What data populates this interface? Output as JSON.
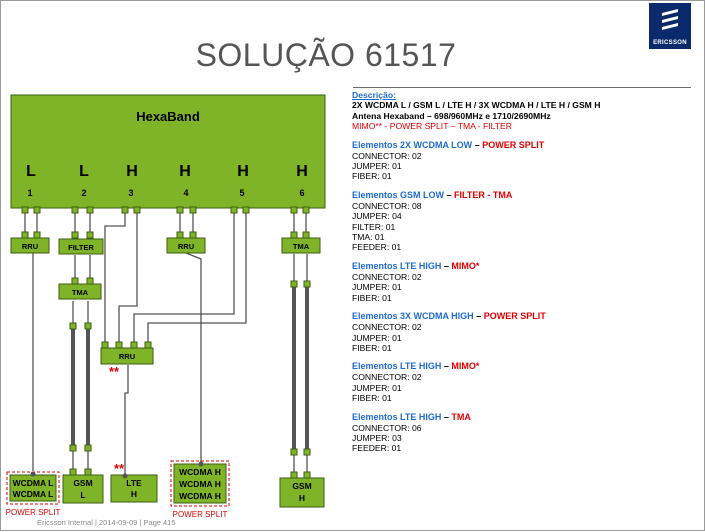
{
  "title": "SOLUÇÃO 61517",
  "logo": "ERICSSON",
  "antenna": {
    "label": "HexaBand",
    "ports": [
      {
        "band": "L",
        "num": "1"
      },
      {
        "band": "L",
        "num": "2"
      },
      {
        "band": "H",
        "num": "3"
      },
      {
        "band": "H",
        "num": "4"
      },
      {
        "band": "H",
        "num": "5"
      },
      {
        "band": "H",
        "num": "6"
      }
    ]
  },
  "components": {
    "rru1": "RRU",
    "filter": "FILTER",
    "tma_low": "TMA",
    "rru_mid": "RRU",
    "rru4": "RRU",
    "tma6": "TMA",
    "marker_rru": "**",
    "marker_lte": "**"
  },
  "bottom_boxes": {
    "wcdma_l": [
      "WCDMA L",
      "WCDMA L"
    ],
    "gsm_l": [
      "GSM",
      "L"
    ],
    "lte_h": [
      "LTE",
      "H"
    ],
    "wcdma_h": [
      "WCDMA H",
      "WCDMA H",
      "WCDMA H"
    ],
    "gsm_h": [
      "GSM",
      "H"
    ],
    "power_split_left": "POWER SPLIT",
    "power_split_right": "POWER SPLIT"
  },
  "info": {
    "desc_head": "Descrição:",
    "desc_line1": "2X WCDMA L / GSM L / LTE H / 3X WCDMA H / LTE H / GSM H",
    "desc_line2": "Antena Hexaband – 698/960MHz  e  1710/2690MHz",
    "desc_line3": "MIMO** - POWER SPLIT – TMA - FILTER",
    "sections": [
      {
        "name": "Elementos 2X WCDMA LOW",
        "sep": " – ",
        "tag": "POWER SPLIT",
        "lines": [
          "CONNECTOR: 02",
          "JUMPER: 01",
          "FIBER: 01"
        ]
      },
      {
        "name": "Elementos GSM LOW",
        "sep": " – ",
        "tag": "FILTER - TMA",
        "lines": [
          "CONNECTOR: 08",
          "JUMPER: 04",
          "FILTER: 01",
          "TMA: 01",
          "FEEDER: 01"
        ]
      },
      {
        "name": "Elementos LTE HIGH",
        "sep": " – ",
        "tag": "MIMO*",
        "lines": [
          "CONNECTOR: 02",
          "JUMPER: 01",
          "FIBER: 01"
        ]
      },
      {
        "name": "Elementos 3X WCDMA HIGH",
        "sep": " – ",
        "tag": "POWER SPLIT",
        "lines": [
          "CONNECTOR: 02",
          "JUMPER: 01",
          "FIBER: 01"
        ]
      },
      {
        "name": "Elementos LTE HIGH",
        "sep": " – ",
        "tag": "MIMO*",
        "lines": [
          "CONNECTOR: 02",
          "JUMPER: 01",
          "FIBER: 01"
        ]
      },
      {
        "name": "Elementos LTE HIGH",
        "sep": " – ",
        "tag": "TMA",
        "lines": [
          "CONNECTOR: 06",
          "JUMPER: 03",
          "FEEDER: 01"
        ]
      }
    ]
  },
  "footer": "Ericsson Internal  |  2014-09-09  |  Page 415",
  "colors": {
    "green": "#7fb428",
    "green_dark": "#3e5e12",
    "red": "#e00000",
    "blue": "#1f6bd0"
  }
}
